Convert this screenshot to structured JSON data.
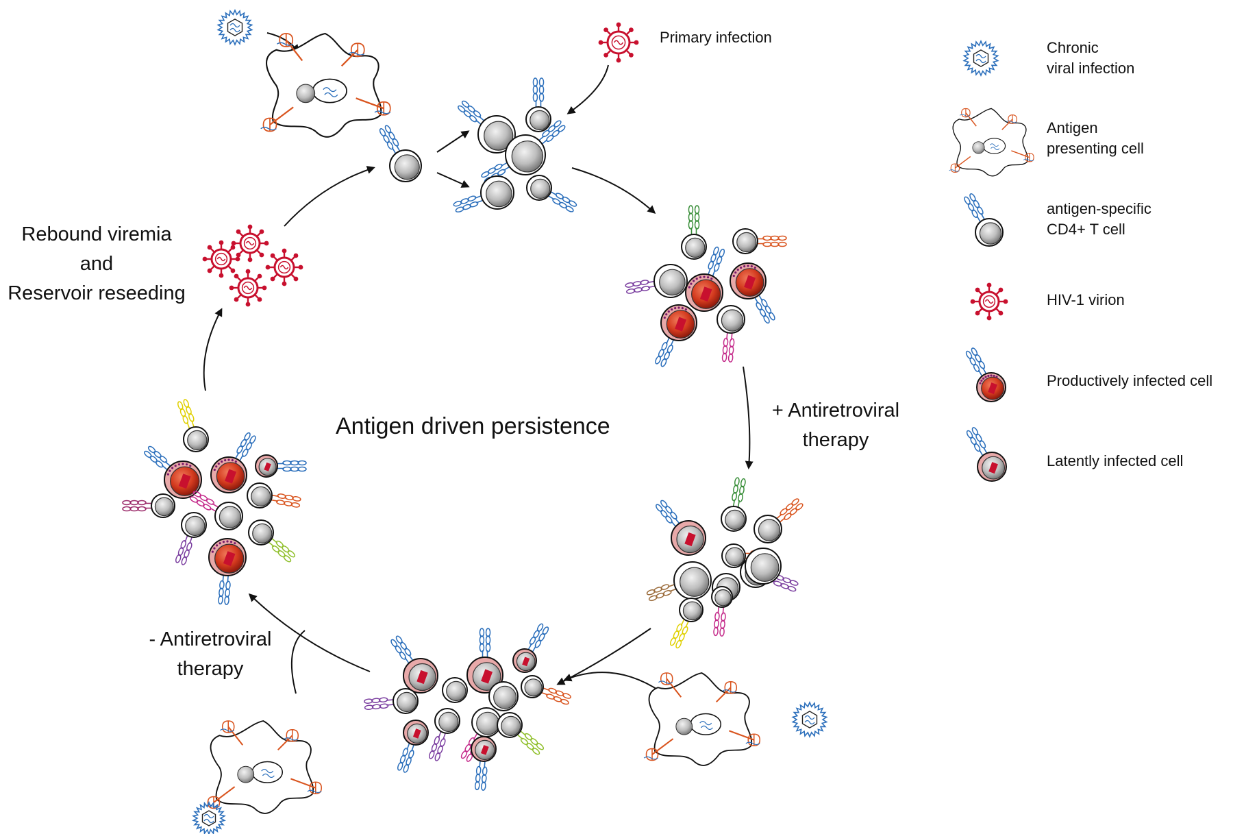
{
  "center_title": "Antigen driven persistence",
  "labels": {
    "primary_infection": "Primary infection",
    "rebound": [
      "Rebound viremia",
      "and",
      "Reservoir reseeding"
    ],
    "plus_art": [
      "+ Antiretroviral",
      "therapy"
    ],
    "minus_art": [
      "- Antiretroviral",
      "therapy"
    ]
  },
  "legend": [
    {
      "icon": "chronic-virus-icon",
      "text": [
        "Chronic",
        "viral infection"
      ]
    },
    {
      "icon": "antigen-presenting-cell-icon",
      "text": [
        "Antigen",
        "presenting cell"
      ]
    },
    {
      "icon": "cd4-t-cell-icon",
      "text": [
        "antigen-specific",
        "CD4+ T cell"
      ]
    },
    {
      "icon": "hiv-virion-icon",
      "text": [
        "HIV-1 virion"
      ]
    },
    {
      "icon": "productively-infected-cell-icon",
      "text": [
        "Productively infected cell"
      ]
    },
    {
      "icon": "latently-infected-cell-icon",
      "text": [
        "Latently infected cell"
      ]
    }
  ],
  "colors": {
    "hiv_red": "#c8102e",
    "receptor_blue": "#2a6ebb",
    "apc_orange": "#d9541e",
    "infected_fill": "#e8a9a9",
    "nucleus_gray": "#bdbdbd"
  }
}
